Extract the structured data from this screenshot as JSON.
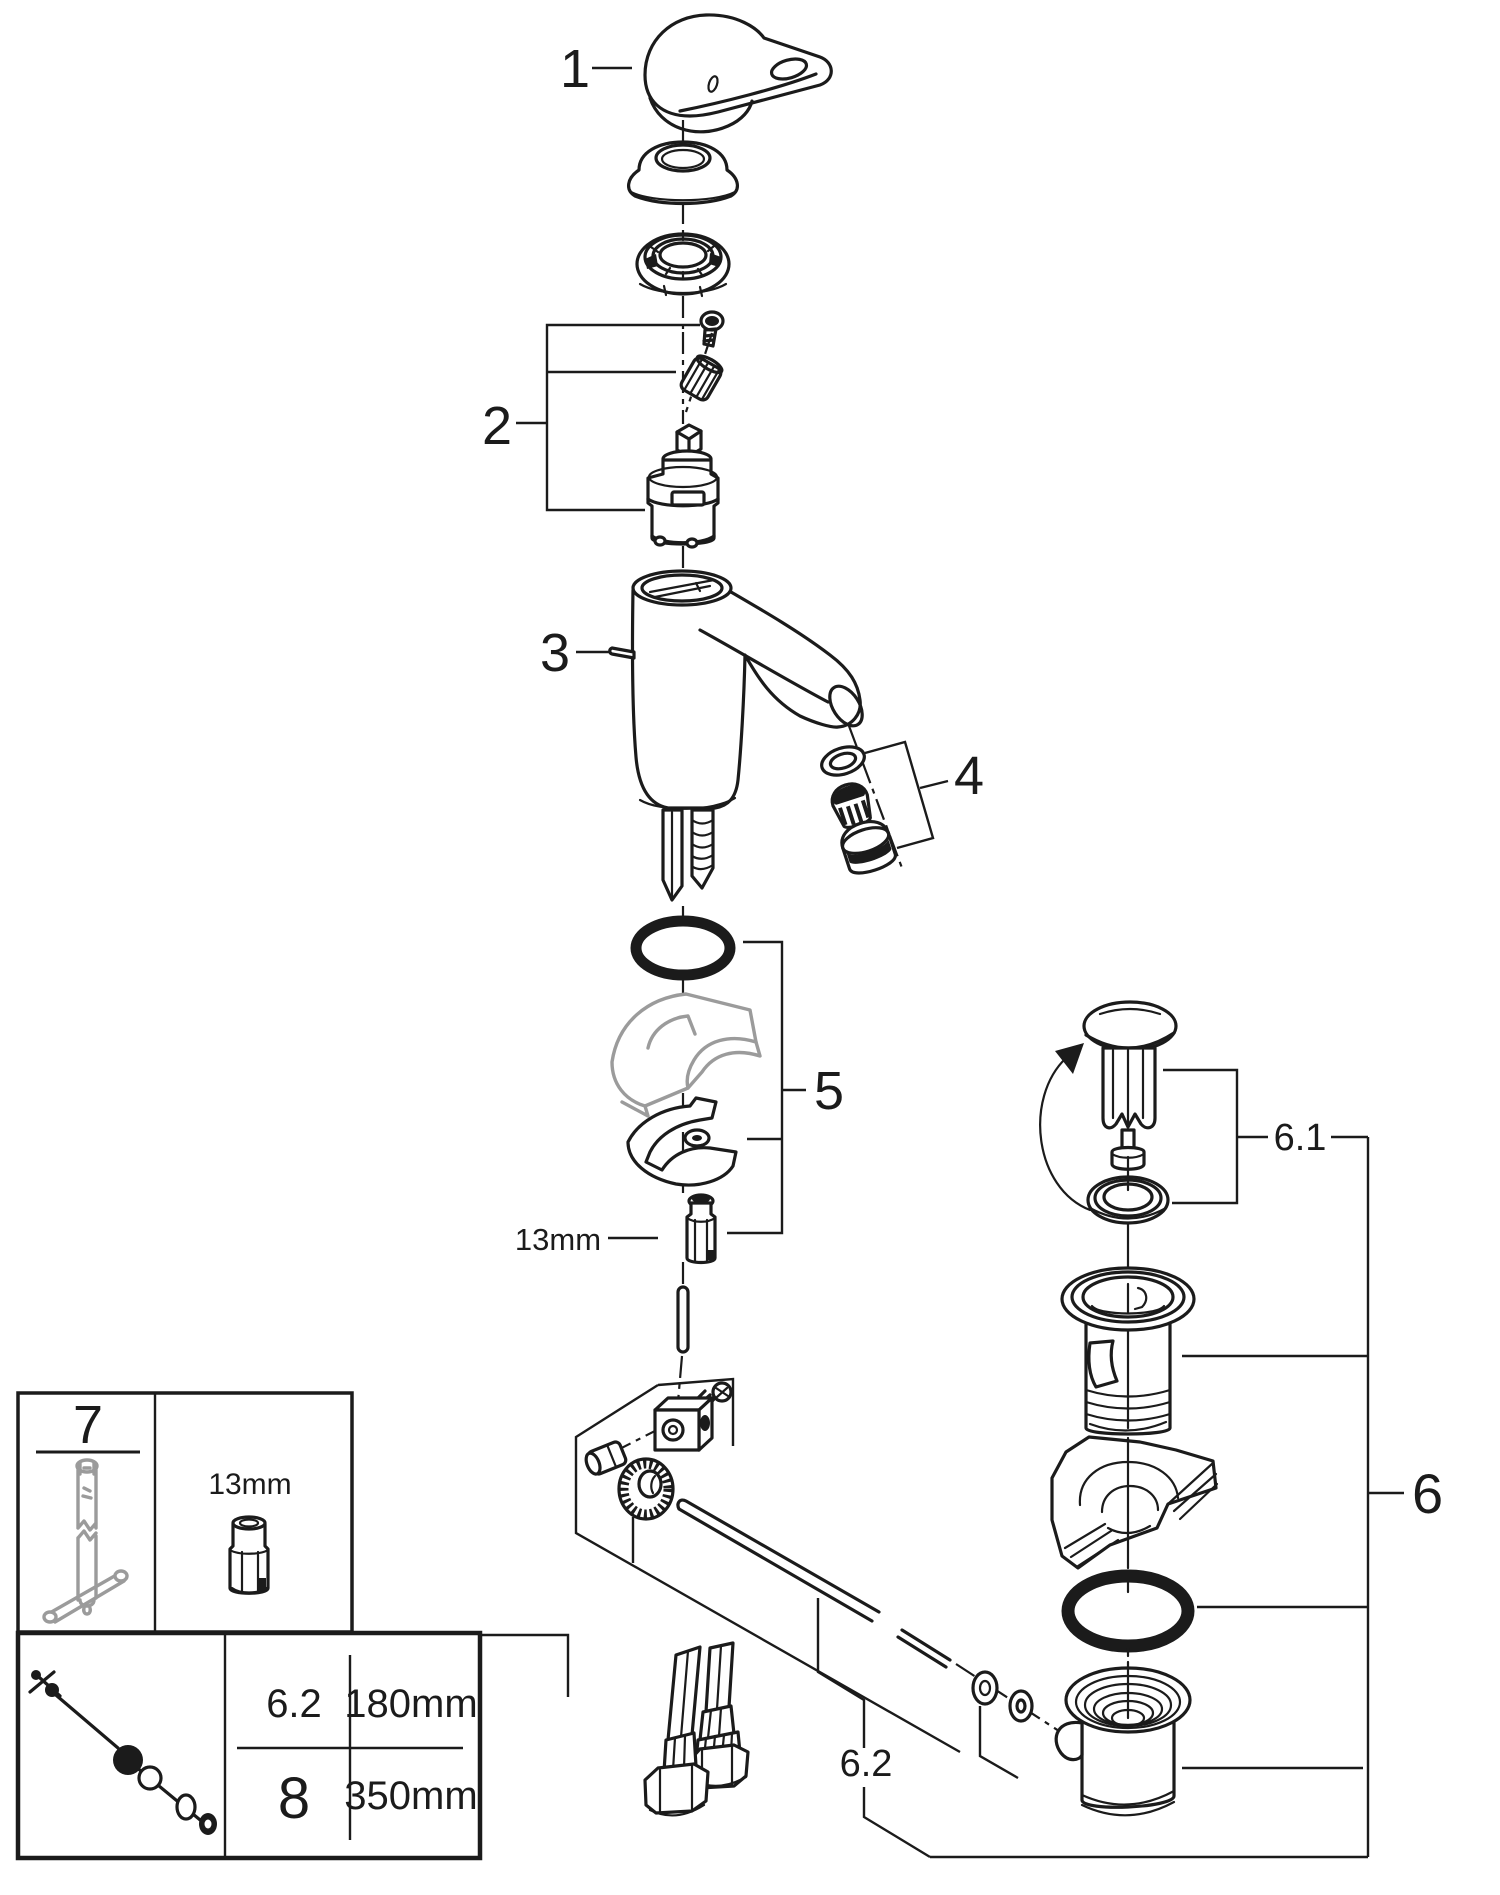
{
  "figure": {
    "type": "exploded-parts-diagram",
    "subject": "single-lever basin mixer faucet with pop-up waste set",
    "background_color": "#ffffff",
    "line_color": "#1b1b1b",
    "muted_line_color": "#9b9b9b"
  },
  "callouts": {
    "c1": "1",
    "c2": "2",
    "c3": "3",
    "c4": "4",
    "c5": "5",
    "c6": "6",
    "c6_1": "6.1",
    "c6_2": "6.2",
    "wrench": "13mm"
  },
  "insets": {
    "tool_ref": "7",
    "socket_size": "13mm",
    "table": {
      "rows": [
        {
          "ref": "6.2",
          "length": "180mm"
        },
        {
          "ref": "8",
          "length": "350mm"
        }
      ]
    }
  },
  "parts": [
    "lever-handle",
    "handle-cap-ring",
    "handle-mounting-nut",
    "handle-screw",
    "screw-cap",
    "cartridge",
    "faucet-body",
    "spout-gasket",
    "aerator-insert",
    "aerator-housing",
    "body-o-ring",
    "clamp-spacer",
    "mounting-clamp",
    "mounting-nut-13mm",
    "threaded-pin",
    "mounting-block",
    "block-screw",
    "block-plug",
    "knurled-nut",
    "popup-rod",
    "rod-washers",
    "supply-hoses",
    "popup-plug",
    "plug-seal",
    "drain-flange",
    "wedge-gasket",
    "drain-o-ring",
    "drain-lower-body",
    "service-tool",
    "socket-13mm",
    "popup-rod-assembly"
  ]
}
